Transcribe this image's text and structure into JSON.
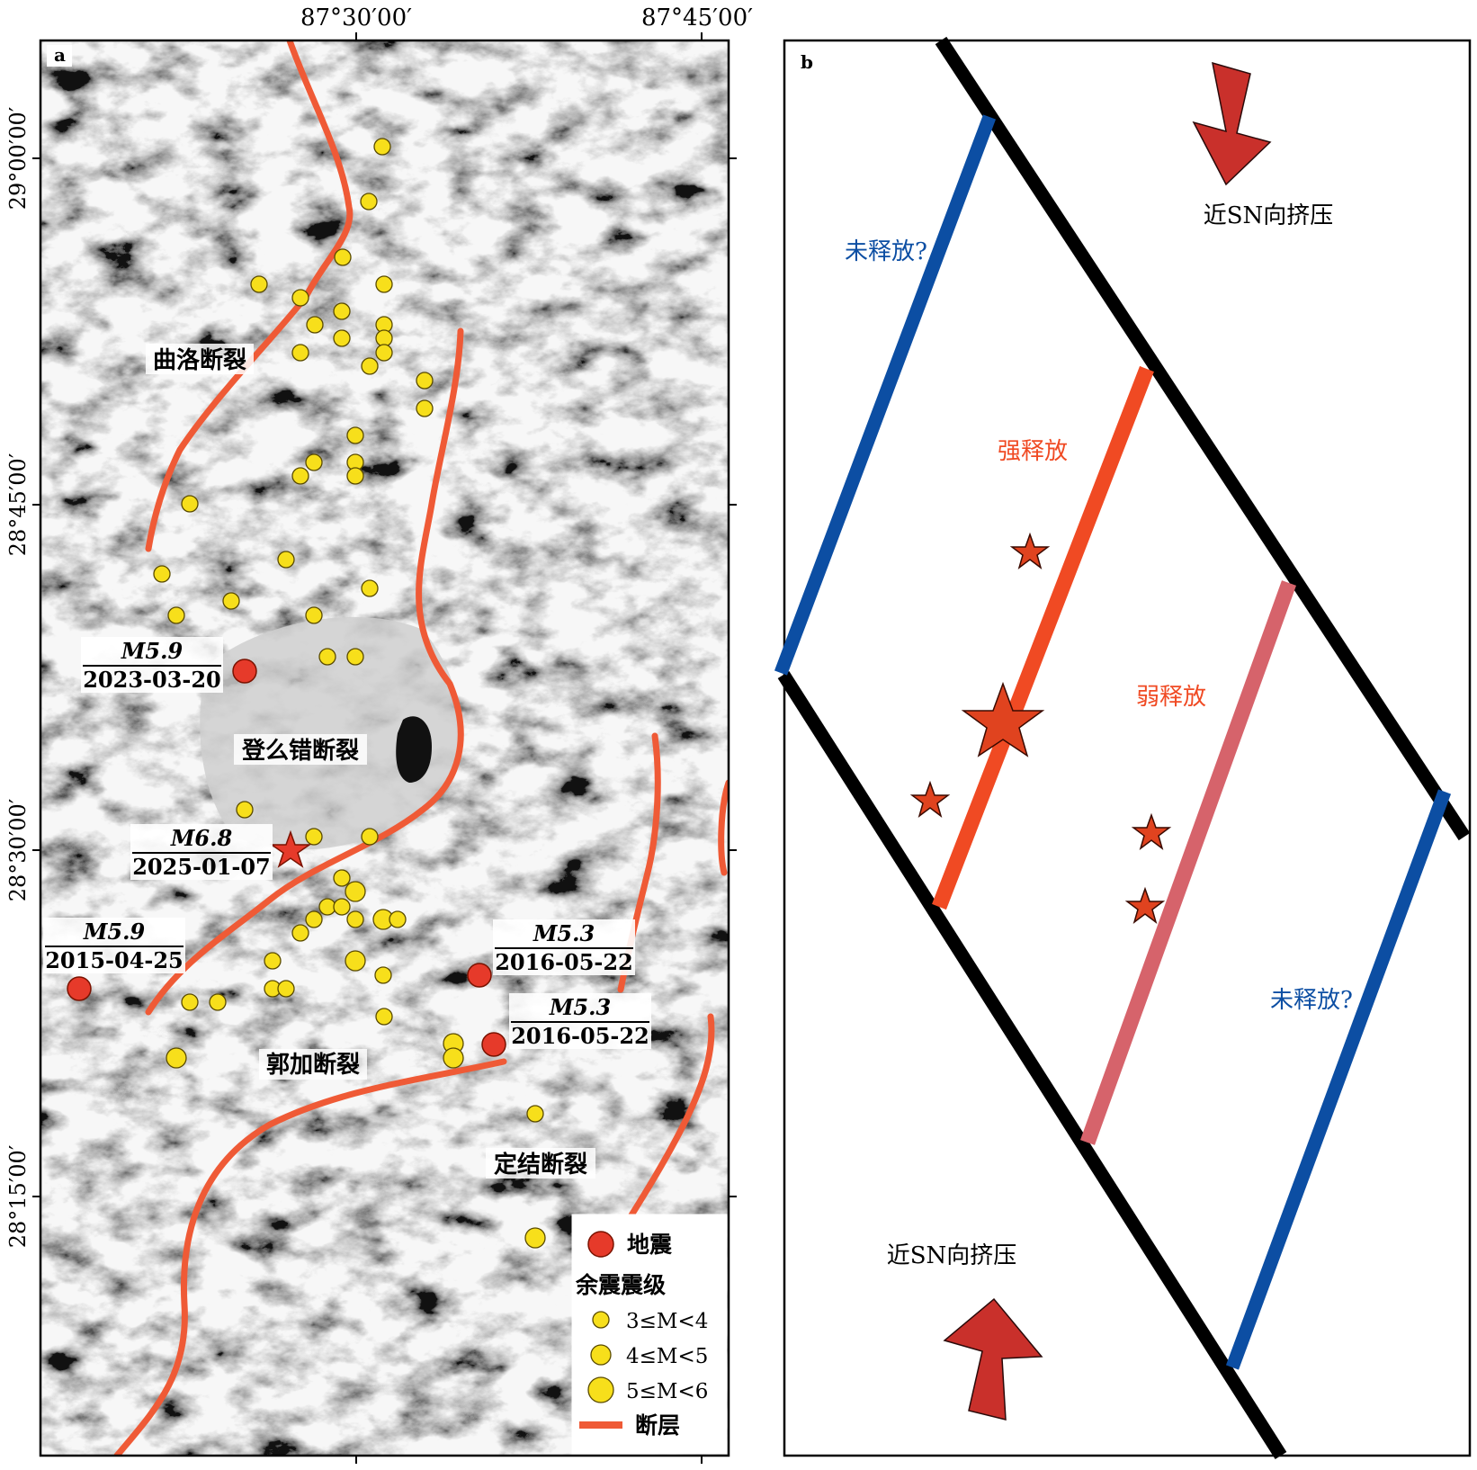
{
  "panel_a": {
    "label": "a",
    "top_ticks": [
      "87°30′00′",
      "87°45′00′"
    ],
    "left_ticks": [
      "29°00′00′",
      "28°45′00′",
      "28°30′00′",
      "28°15′00′"
    ],
    "fault_labels": {
      "qulu": "曲洛断裂",
      "dengme": "登么错断裂",
      "guojia": "郭加断裂",
      "dingjie": "定结断裂"
    },
    "events": [
      {
        "mag": "M5.9",
        "date": "2023-03-20"
      },
      {
        "mag": "M6.8",
        "date": "2025-01-07"
      },
      {
        "mag": "M5.9",
        "date": "2015-04-25"
      },
      {
        "mag": "M5.3",
        "date": "2016-05-22"
      },
      {
        "mag": "M5.3",
        "date": "2016-05-22"
      }
    ],
    "legend": {
      "quake": "地震",
      "aftershock_title": "余震震级",
      "m34": "3≤M<4",
      "m45": "4≤M<5",
      "m56": "5≤M<6",
      "fault": "断层"
    },
    "colors": {
      "fault": "#ef5a36",
      "quake": "#e63a2a",
      "aftershock": "#f7df1b"
    }
  },
  "panel_b": {
    "label": "b",
    "compression_top": "近SN向挤压",
    "compression_bottom": "近SN向挤压",
    "unreleased_left": "未释放?",
    "unreleased_right": "未释放?",
    "strong_release": "强释放",
    "weak_release": "弱释放",
    "colors": {
      "unreleased": "#0c4ea3",
      "strong": "#f04a23",
      "weak": "#d6636b",
      "arrow": "#c9302b",
      "boundary": "#000000"
    }
  }
}
